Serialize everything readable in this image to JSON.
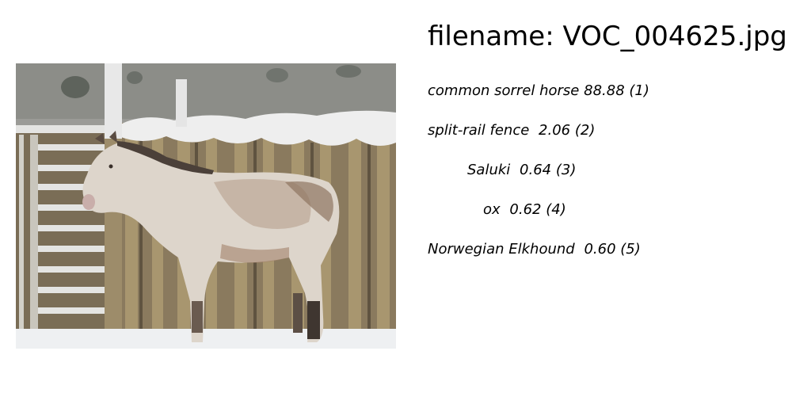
{
  "header": {
    "filename_label": "filename:",
    "filename_value": "VOC_004625.jpg"
  },
  "predictions": [
    {
      "label": "common sorrel horse",
      "score": "88.88",
      "rank": "(1)"
    },
    {
      "label": "split-rail fence",
      "score": "2.06",
      "rank": "(2)"
    },
    {
      "label": "Saluki",
      "score": "0.64",
      "rank": "(3)"
    },
    {
      "label": "ox",
      "score": "0.62",
      "rank": "(4)"
    },
    {
      "label": "Norwegian Elkhound",
      "score": "0.60",
      "rank": "(5)"
    }
  ]
}
